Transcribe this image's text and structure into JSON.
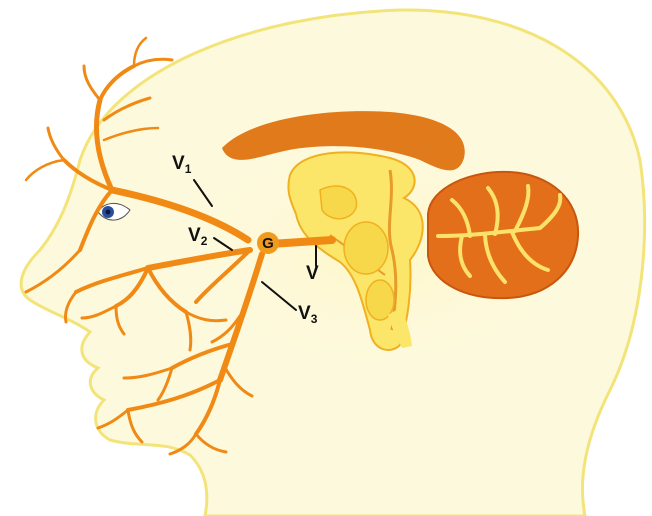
{
  "labels": {
    "v1_main": "V",
    "v1_sub": "1",
    "v2_main": "V",
    "v2_sub": "2",
    "v3_main": "V",
    "v3_sub": "3",
    "ganglion": "G",
    "nerve": "V"
  },
  "colors": {
    "skin": "#fdf9dc",
    "outline": "#f3e47a",
    "nerve": "#f08a14",
    "nerve_dark": "#d96a08",
    "brain_orange": "#e07a1a",
    "brain_yellow": "#fbe66a",
    "cerebellum": "#e46f1a",
    "cerebellum_branches": "#fbe26a",
    "eye": "#2a4f9a",
    "label_text": "#111111"
  }
}
